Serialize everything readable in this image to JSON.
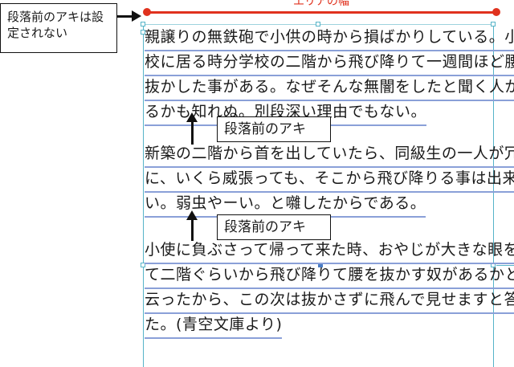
{
  "area_width_label": "エリアの幅",
  "callouts": {
    "top_left": "段落前のアキは設定されない",
    "first": "段落前のアキ",
    "second": "段落前のアキ"
  },
  "paragraphs": [
    {
      "lines": [
        "親譲りの無鉄砲で小供の時から損ばかりしている。小学",
        "校に居る時分学校の二階から飛び降りて一週間ほど腰を",
        "抜かした事がある。なぜそんな無闇をしたと聞く人があ",
        "るかも知れぬ。別段深い理由でもない。"
      ]
    },
    {
      "lines": [
        "新築の二階から首を出していたら、同級生の一人が冗談",
        "に、いくら威張っても、そこから飛び降りる事は出来ま",
        "い。弱虫やーい。と囃したからである。"
      ]
    },
    {
      "lines": [
        "小使に負ぶさって帰って来た時、おやじが大きな眼をし",
        "て二階ぐらいから飛び降りて腰を抜かす奴があるかと",
        "云ったから、この次は抜かさずに飛んで見せますと答え",
        "た。(青空文庫より)"
      ]
    }
  ],
  "colors": {
    "frame": "#56b4c8",
    "width_indicator": "#e0321e",
    "underline": "#8aa0d8",
    "handle_selected": "#4a7cc4"
  }
}
